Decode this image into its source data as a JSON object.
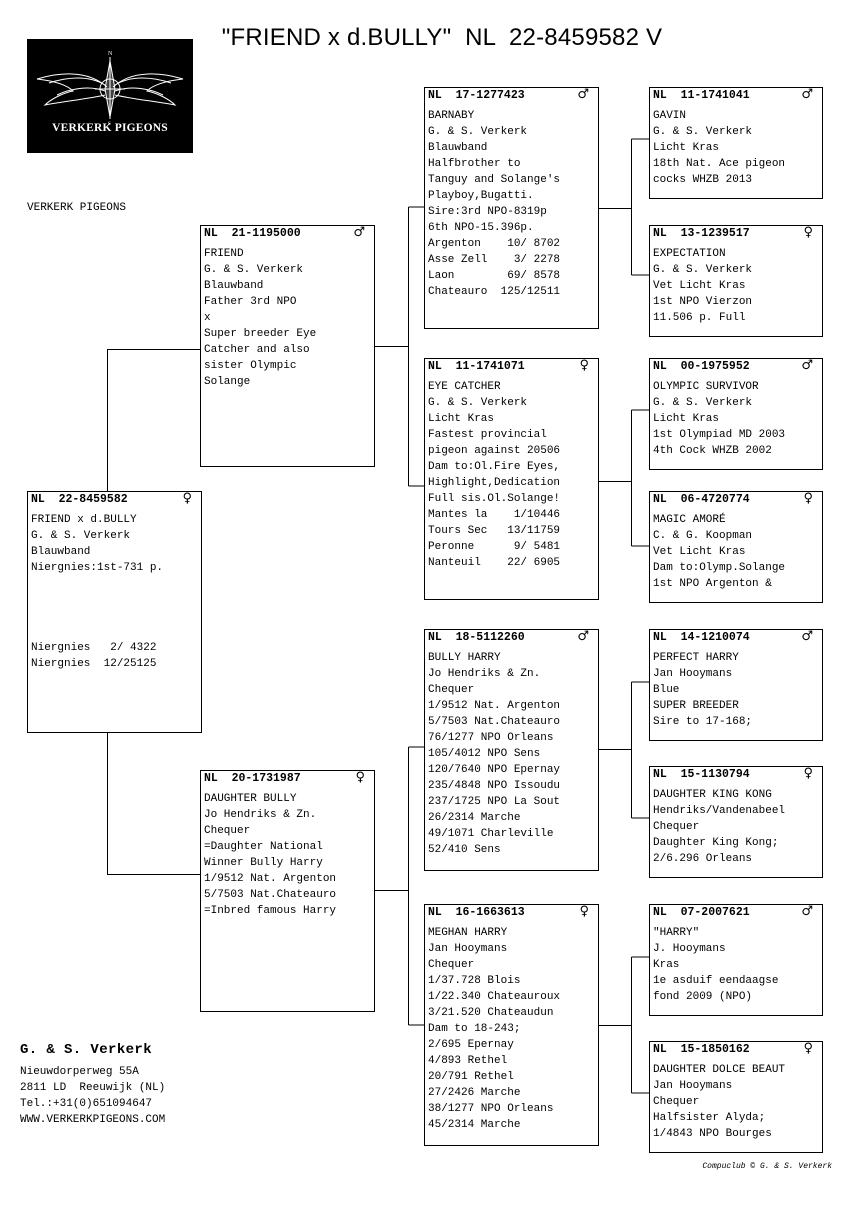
{
  "title": "\"FRIEND x d.BULLY\"  NL  22-8459582 V",
  "logo": {
    "text": "VERKERK PIGEONS",
    "north": "N",
    "south": "S"
  },
  "kennel_label": "VERKERK PIGEONS",
  "pigeons": {
    "subject": {
      "ring": "NL  22-8459582",
      "sex": "♀",
      "lines": [
        "FRIEND x d.BULLY",
        "G. & S. Verkerk",
        "Blauwband",
        "Niergnies:1st-731 p.",
        "",
        "",
        "",
        "",
        "Niergnies   2/ 4322",
        "Niergnies  12/25125"
      ]
    },
    "sire": {
      "ring": "NL  21-1195000",
      "sex": "♂",
      "lines": [
        "FRIEND",
        "G. & S. Verkerk",
        "Blauwband",
        "Father 3rd NPO",
        "x",
        "Super breeder Eye",
        "Catcher and also",
        "sister Olympic",
        "Solange"
      ]
    },
    "dam": {
      "ring": "NL  20-1731987",
      "sex": "♀",
      "lines": [
        "DAUGHTER BULLY",
        "Jo Hendriks & Zn.",
        "Chequer",
        "=Daughter National",
        "Winner Bully Harry",
        "1/9512 Nat. Argenton",
        "5/7503 Nat.Chateauro",
        "=Inbred famous Harry"
      ]
    },
    "sire_sire": {
      "ring": "NL  17-1277423",
      "sex": "♂",
      "lines": [
        "BARNABY",
        "G. & S. Verkerk",
        "Blauwband",
        "Halfbrother to",
        "Tanguy and Solange's",
        "Playboy,Bugatti.",
        "Sire:3rd NPO-8319p",
        "6th NPO-15.396p.",
        "Argenton    10/ 8702",
        "Asse Zell    3/ 2278",
        "Laon        69/ 8578",
        "Chateauro  125/12511"
      ]
    },
    "sire_dam": {
      "ring": "NL  11-1741071",
      "sex": "♀",
      "lines": [
        "EYE CATCHER",
        "G. & S. Verkerk",
        "Licht Kras",
        "Fastest provincial",
        "pigeon against 20506",
        "Dam to:Ol.Fire Eyes,",
        "Highlight,Dedication",
        "Full sis.Ol.Solange!",
        "Mantes la    1/10446",
        "Tours Sec   13/11759",
        "Peronne      9/ 5481",
        "Nanteuil    22/ 6905"
      ]
    },
    "dam_sire": {
      "ring": "NL  18-5112260",
      "sex": "♂",
      "lines": [
        "BULLY HARRY",
        "Jo Hendriks & Zn.",
        "Chequer",
        "1/9512 Nat. Argenton",
        "5/7503 Nat.Chateauro",
        "76/1277 NPO Orleans",
        "105/4012 NPO Sens",
        "120/7640 NPO Epernay",
        "235/4848 NPO Issoudu",
        "237/1725 NPO La Sout",
        "26/2314 Marche",
        "49/1071 Charleville",
        "52/410 Sens"
      ]
    },
    "dam_dam": {
      "ring": "NL  16-1663613",
      "sex": "♀",
      "lines": [
        "MEGHAN HARRY",
        "Jan Hooymans",
        "Chequer",
        "1/37.728 Blois",
        "1/22.340 Chateauroux",
        "3/21.520 Chateaudun",
        "Dam to 18-243;",
        "2/695 Epernay",
        "4/893 Rethel",
        "20/791 Rethel",
        "27/2426 Marche",
        "38/1277 NPO Orleans",
        "45/2314 Marche"
      ]
    },
    "ss_sire": {
      "ring": "NL  11-1741041",
      "sex": "♂",
      "lines": [
        "GAVIN",
        "G. & S. Verkerk",
        "Licht Kras",
        "18th Nat. Ace pigeon",
        "cocks WHZB 2013"
      ]
    },
    "ss_dam": {
      "ring": "NL  13-1239517",
      "sex": "♀",
      "lines": [
        "EXPECTATION",
        "G. & S. Verkerk",
        "Vet Licht Kras",
        "1st NPO Vierzon",
        "11.506 p. Full"
      ]
    },
    "sd_sire": {
      "ring": "NL  00-1975952",
      "sex": "♂",
      "lines": [
        "OLYMPIC SURVIVOR",
        "G. & S. Verkerk",
        "Licht Kras",
        "1st Olympiad MD 2003",
        "4th Cock WHZB 2002"
      ]
    },
    "sd_dam": {
      "ring": "NL  06-4720774",
      "sex": "♀",
      "lines": [
        "MAGIC AMORÉ",
        "C. & G. Koopman",
        "Vet Licht Kras",
        "Dam to:Olymp.Solange",
        "1st NPO Argenton &"
      ]
    },
    "ds_sire": {
      "ring": "NL  14-1210074",
      "sex": "♂",
      "lines": [
        "PERFECT HARRY",
        "Jan Hooymans",
        "Blue",
        "SUPER BREEDER",
        "Sire to 17-168;"
      ]
    },
    "ds_dam": {
      "ring": "NL  15-1130794",
      "sex": "♀",
      "lines": [
        "DAUGHTER KING KONG",
        "Hendriks/Vandenabeel",
        "Chequer",
        "Daughter King Kong;",
        "2/6.296 Orleans"
      ]
    },
    "dd_sire": {
      "ring": "NL  07-2007621",
      "sex": "♂",
      "lines": [
        "\"HARRY\"",
        "J. Hooymans",
        "Kras",
        "1e asduif eendaagse",
        "fond 2009 (NPO)"
      ]
    },
    "dd_dam": {
      "ring": "NL  15-1850162",
      "sex": "♀",
      "lines": [
        "DAUGHTER DOLCE BEAUT",
        "Jan Hooymans",
        "Chequer",
        "Halfsister Alyda;",
        "1/4843 NPO Bourges"
      ]
    }
  },
  "owner": {
    "name": "G. & S. Verkerk",
    "address": [
      "Nieuwdorperweg 55A",
      "2811 LD  Reeuwijk (NL)",
      "Tel.:+31(0)651094647",
      "WWW.VERKERKPIGEONS.COM"
    ]
  },
  "footer": "Compuclub © G. & S. Verkerk"
}
